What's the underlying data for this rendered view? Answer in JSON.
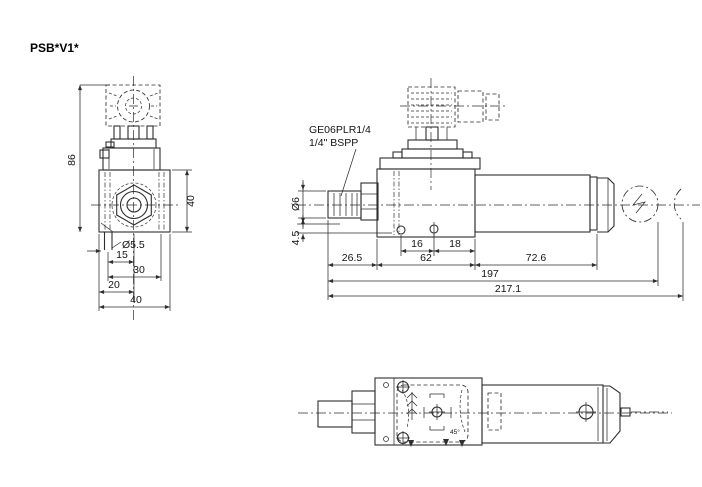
{
  "title": "PSB*V1*",
  "views": {
    "front": {
      "dim_height": "86",
      "dim_width_side": "40",
      "hole_label": "Ø5.5",
      "dim_15": "15",
      "dim_30": "30",
      "dim_20": "20",
      "dim_40_bottom": "40"
    },
    "side": {
      "fitting_label_line1": "GE06PLR1/4",
      "fitting_label_line2": "1/4\" BSPP",
      "dim_dia6": "Ø6",
      "dim_4_5": "4.5",
      "dim_16": "16",
      "dim_18": "18",
      "dim_26_5": "26.5",
      "dim_62": "62",
      "dim_72_6": "72.6",
      "dim_197": "197",
      "dim_217_1": "217.1"
    },
    "bottom": {
      "angle_note": "45°"
    }
  }
}
